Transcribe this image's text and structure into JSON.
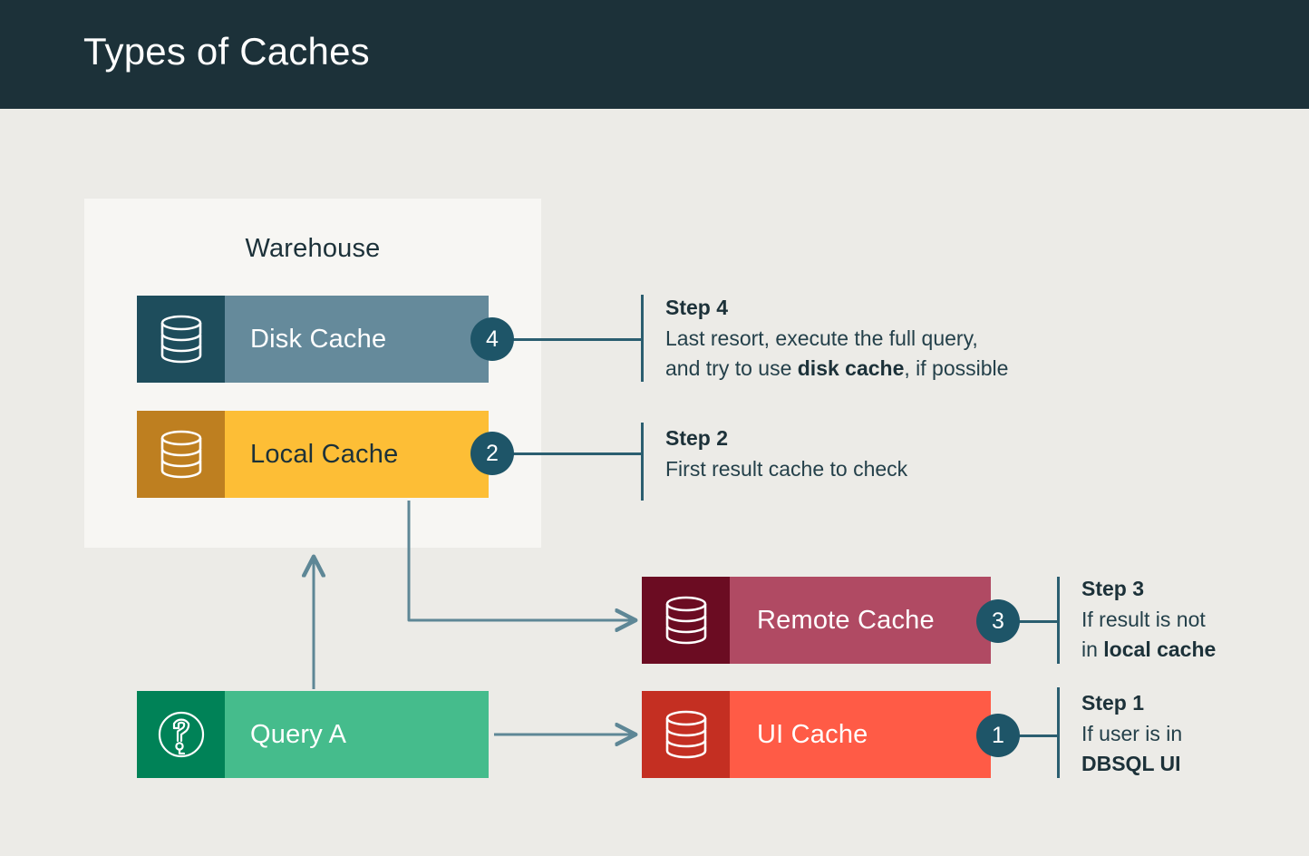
{
  "header": {
    "title": "Types of Caches",
    "background": "#1C3139"
  },
  "warehouse": {
    "label": "Warehouse",
    "background": "#F7F6F3"
  },
  "caches": [
    {
      "key": "disk",
      "label": "Disk Cache",
      "icon": "database-icon",
      "badge": "4",
      "icon_color": "#1E4D5C",
      "body_color": "#658A9B",
      "text_color": "#FFFFFF"
    },
    {
      "key": "local",
      "label": "Local Cache",
      "icon": "database-icon",
      "badge": "2",
      "icon_color": "#BE7F20",
      "body_color": "#FDBE36",
      "text_color": "#1C3139"
    },
    {
      "key": "remote",
      "label": "Remote Cache",
      "icon": "database-icon",
      "badge": "3",
      "icon_color": "#6B0C22",
      "body_color": "#B04A63",
      "text_color": "#FFFFFF"
    },
    {
      "key": "ui",
      "label": "UI Cache",
      "icon": "database-icon",
      "badge": "1",
      "icon_color": "#C42F22",
      "body_color": "#FF5B46",
      "text_color": "#FFFFFF"
    }
  ],
  "query": {
    "label": "Query A",
    "icon": "question-circle-icon",
    "icon_color": "#008257",
    "body_color": "#45BC8C",
    "text_color": "#FFFFFF"
  },
  "steps": [
    {
      "id": "step-1",
      "title": "Step 1",
      "line1_plain": "If user is in",
      "line2_bold": "DBSQL UI",
      "line2_plain": ""
    },
    {
      "id": "step-2",
      "title": "Step 2",
      "line1_plain": "First result cache to check"
    },
    {
      "id": "step-3",
      "title": "Step 3",
      "line1_plain": "If result is not",
      "line2_lead": "in ",
      "line2_bold": "local cache"
    },
    {
      "id": "step-4",
      "title": "Step 4",
      "line1_plain": "Last resort, execute the full query,",
      "line2_lead": "and try to use ",
      "line2_bold": "disk cache",
      "line2_tail": ", if possible"
    }
  ],
  "colors": {
    "page_background": "#ECEBE7",
    "connector": "#2B5E70",
    "badge": "#1E5568",
    "arrow": "#5E8796"
  }
}
